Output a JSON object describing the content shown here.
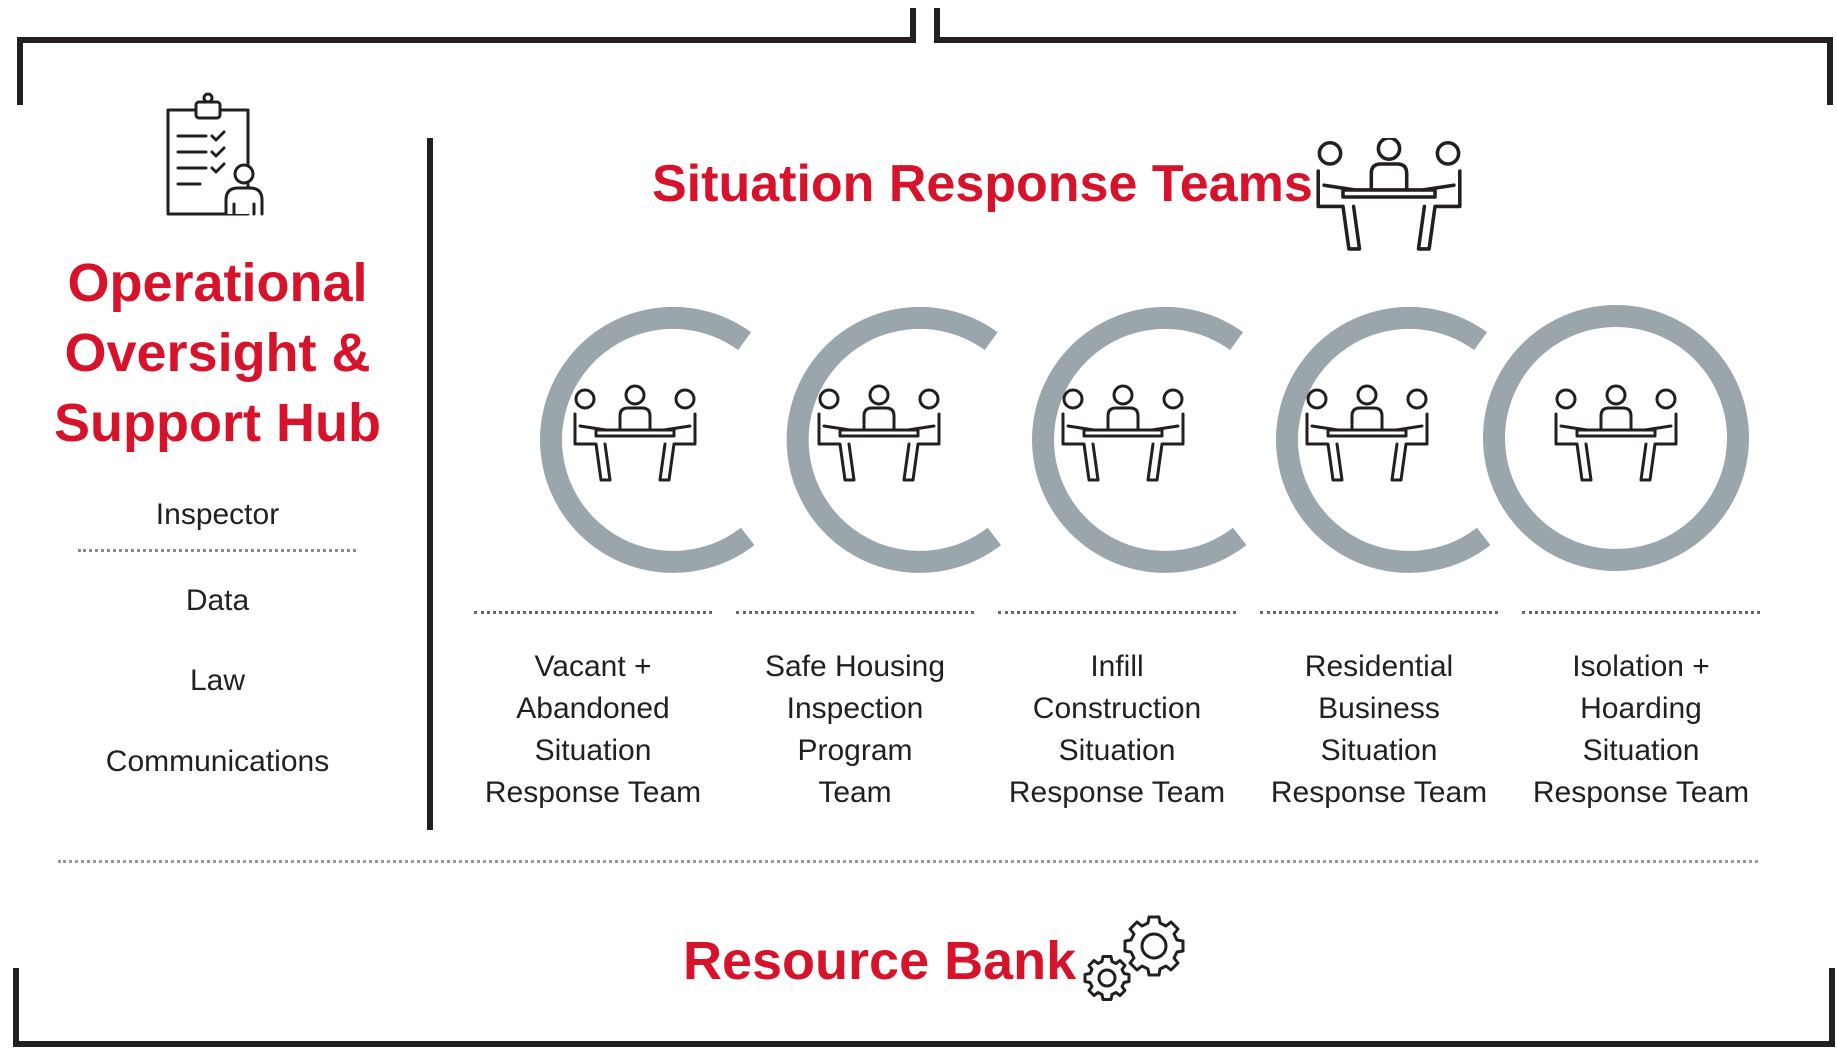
{
  "hub": {
    "title_lines": [
      "Operational",
      "Oversight &",
      "Support Hub"
    ],
    "items": [
      "Inspector",
      "Data",
      "Law",
      "Communications"
    ],
    "icon": "clipboard-person-icon"
  },
  "situation_response": {
    "title": "Situation Response Teams",
    "icon": "team-meeting-icon",
    "teams": [
      {
        "lines": [
          "Vacant +",
          "Abandoned",
          "Situation",
          "Response Team"
        ]
      },
      {
        "lines": [
          "Safe Housing",
          "Inspection",
          "Program",
          "Team"
        ]
      },
      {
        "lines": [
          "Infill",
          "Construction",
          "Situation",
          "Response Team"
        ]
      },
      {
        "lines": [
          "Residential",
          "Business",
          "Situation",
          "Response Team"
        ]
      },
      {
        "lines": [
          "Isolation +",
          "Hoarding",
          "Situation",
          "Response Team"
        ]
      }
    ]
  },
  "resource_bank": {
    "title": "Resource Bank",
    "icon": "gears-icon"
  },
  "colors": {
    "accent": "#d7132c",
    "ring": "#9aa5ac",
    "text": "#231f20",
    "frame": "#231f20"
  }
}
